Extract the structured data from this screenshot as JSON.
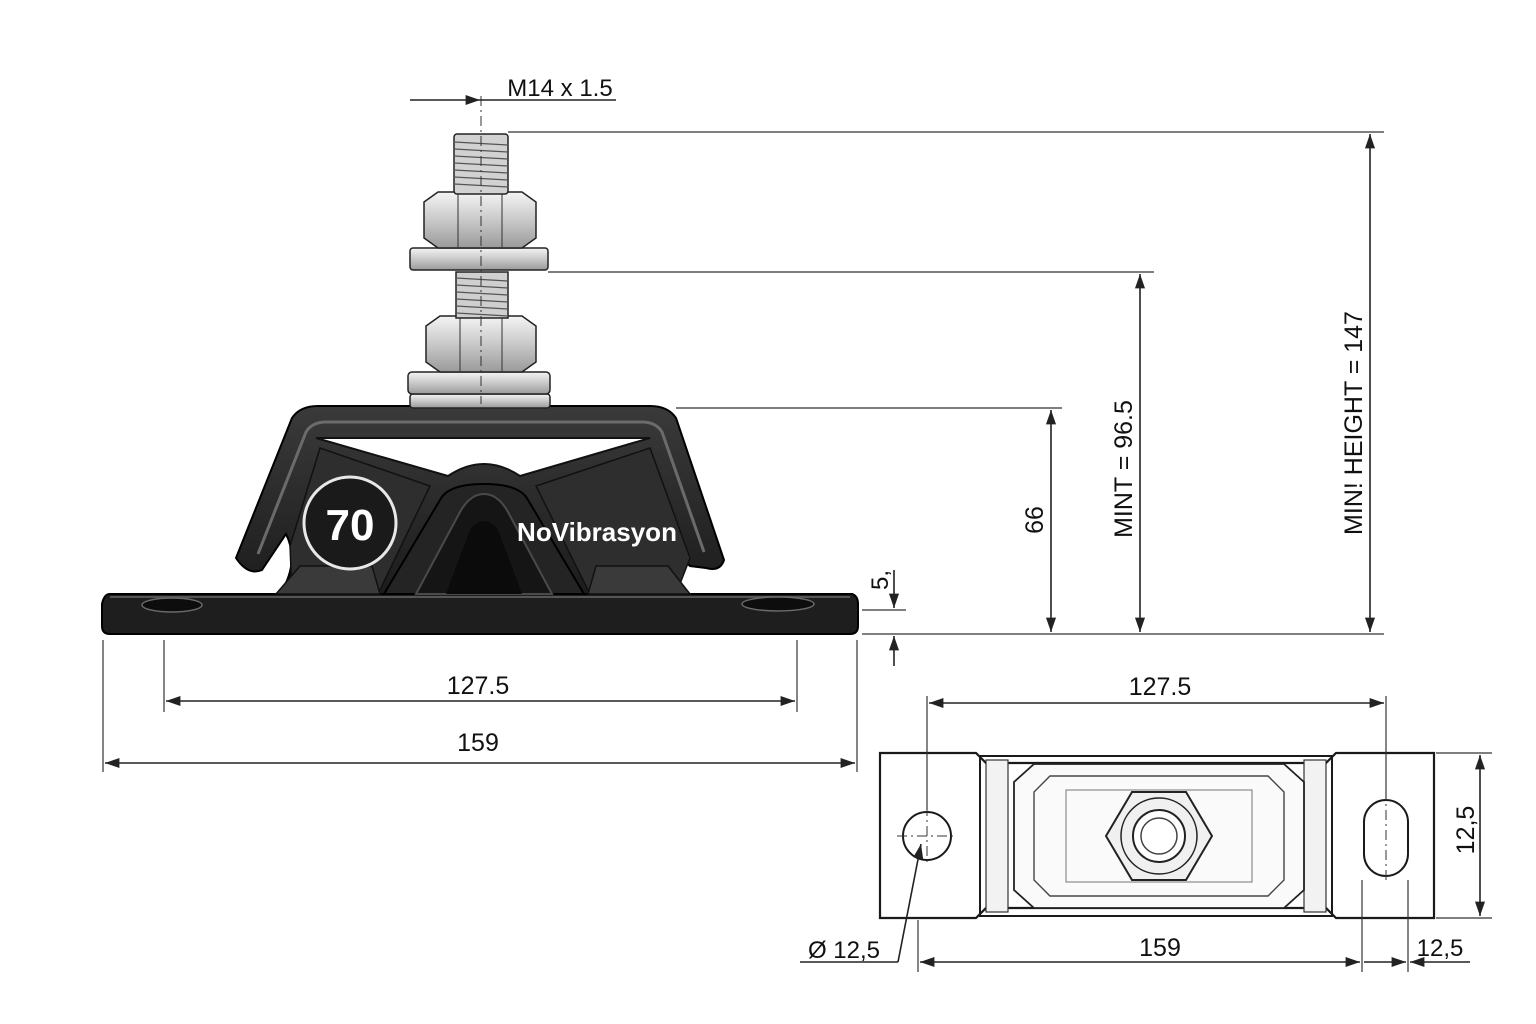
{
  "colors": {
    "rubber": "#2a2a2a",
    "rubber_dark": "#161616",
    "metal": "#d8d8d8",
    "line": "#222222",
    "background": "#ffffff"
  },
  "product": {
    "hardness_badge": "70",
    "brand": "NoVibrasyon"
  },
  "dimensions": {
    "thread": "M14 x 1.5",
    "min_total_height": "MIN! HEIGHT = 147",
    "min_t": "MINT = 96.5",
    "body_height": "66",
    "base_thickness": "5,",
    "front_hole_spacing": "127.5",
    "front_overall_length": "159",
    "top_hole_spacing": "127.5",
    "top_overall_length": "159",
    "top_width": "12,5",
    "hole_diameter": "Ø 12,5",
    "slot_width": "12,5"
  }
}
